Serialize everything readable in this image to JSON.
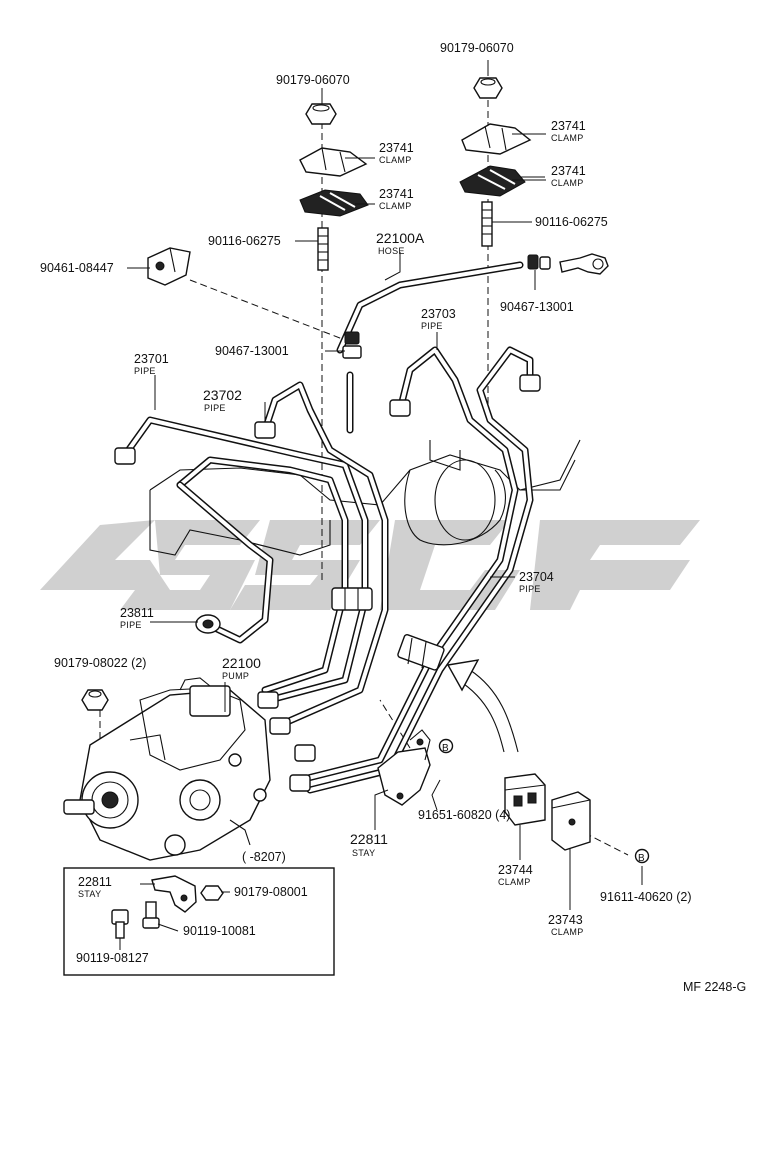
{
  "diagram_code": "MF 2248-G",
  "labels": {
    "nut_left": "90179-06070",
    "nut_right": "90179-06070",
    "clamp_lt_num": "23741",
    "clamp_lt_name": "CLAMP",
    "clamp_lb_num": "23741",
    "clamp_lb_name": "CLAMP",
    "clamp_rt_num": "23741",
    "clamp_rt_name": "CLAMP",
    "clamp_rb_num": "23741",
    "clamp_rb_name": "CLAMP",
    "stud_left": "90116-06275",
    "stud_right": "90116-06275",
    "bracket": "90461-08447",
    "hose_num": "22100A",
    "hose_name": "HOSE",
    "gasket_left": "90467-13001",
    "gasket_right": "90467-13001",
    "pipe_23703_num": "23703",
    "pipe_23703_name": "PIPE",
    "pipe_23701_num": "23701",
    "pipe_23701_name": "PIPE",
    "pipe_23702_num": "23702",
    "pipe_23702_name": "PIPE",
    "pipe_23704_num": "23704",
    "pipe_23704_name": "PIPE",
    "pipe_23811_num": "23811",
    "pipe_23811_name": "PIPE",
    "nut_pump": "90179-08022 (2)",
    "pump_num": "22100",
    "pump_name": "PUMP",
    "ref_b": "B",
    "bolt_stay": "91651-60820 (4)",
    "stay_num": "22811",
    "stay_name": "STAY",
    "clamp_23744_num": "23744",
    "clamp_23744_name": "CLAMP",
    "clamp_23743_num": "23743",
    "clamp_23743_name": "CLAMP",
    "screw_clamp": "91611-40620 (2)",
    "inset_range": "(      -8207)",
    "inset_stay_num": "22811",
    "inset_stay_name": "STAY",
    "inset_nut": "90179-08001",
    "inset_bolt_a": "90119-10081",
    "inset_bolt_b": "90119-08127"
  }
}
